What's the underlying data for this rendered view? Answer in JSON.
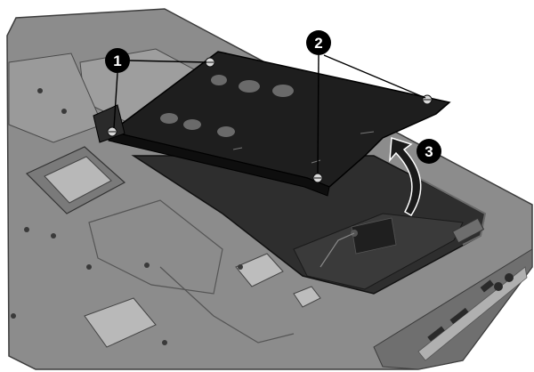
{
  "callouts": [
    {
      "id": "1",
      "label": "1"
    },
    {
      "id": "2",
      "label": "2"
    },
    {
      "id": "3",
      "label": "3"
    }
  ],
  "colors": {
    "chassis": "#8c8c8c",
    "chassis_light": "#a9a9a9",
    "chassis_dark": "#5e5e5e",
    "drive_plate": "#1e1e1e",
    "drive_highlight": "#3a3a3a",
    "bay_cavity": "#2a2a2a",
    "callout_fill": "#000000",
    "line_color": "#000000"
  },
  "icons": {
    "screw": "screw-icon",
    "lift_arrow": "curved-arrow-up-icon"
  }
}
